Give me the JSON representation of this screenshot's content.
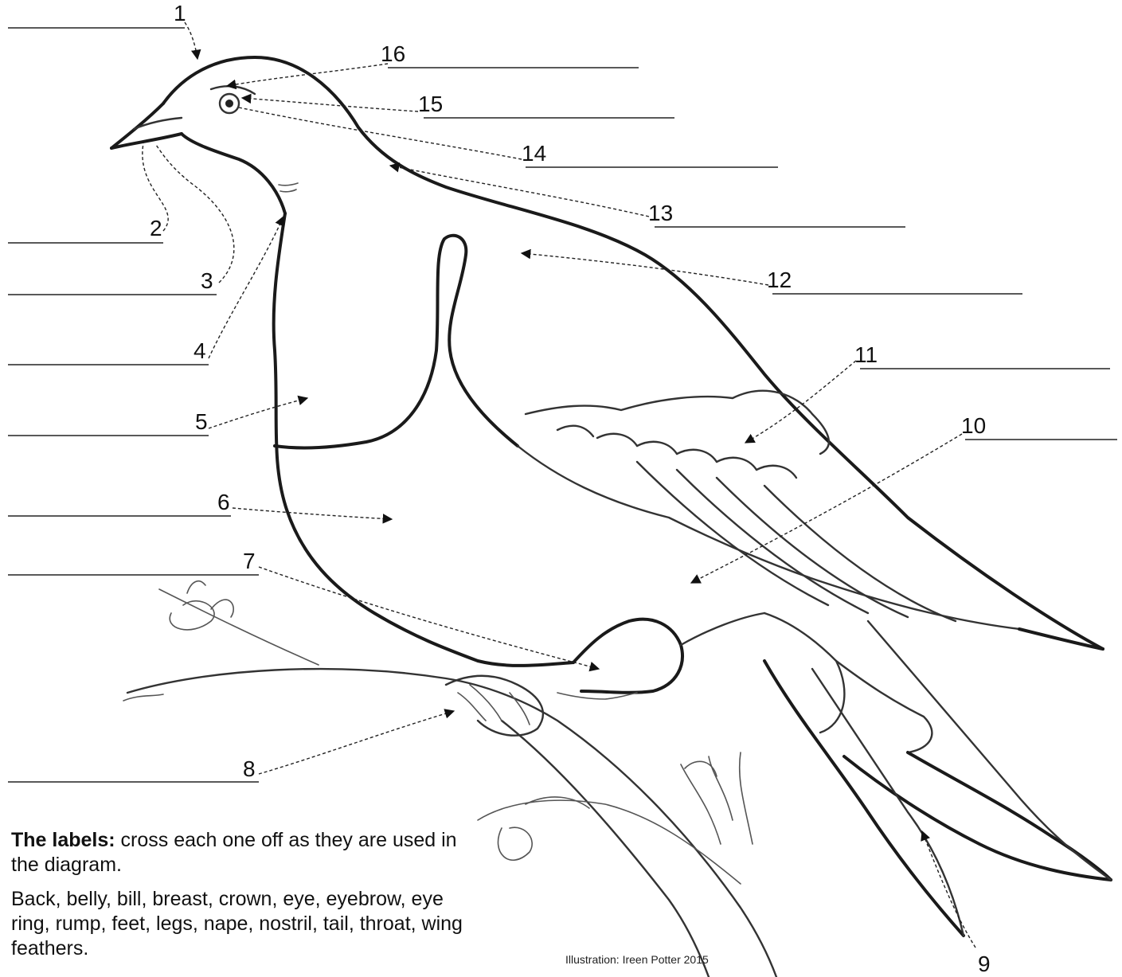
{
  "callouts": [
    "1",
    "2",
    "3",
    "4",
    "5",
    "6",
    "7",
    "8",
    "9",
    "10",
    "11",
    "12",
    "13",
    "14",
    "15",
    "16"
  ],
  "instructions": {
    "heading": "The labels:",
    "text": " cross each one off as they are used in the diagram.",
    "word_list": "Back, belly, bill, breast, crown, eye, eyebrow, eye ring, rump, feet, legs, nape, nostril, tail, throat, wing feathers."
  },
  "credit": "Illustration: Ireen Potter 2015"
}
